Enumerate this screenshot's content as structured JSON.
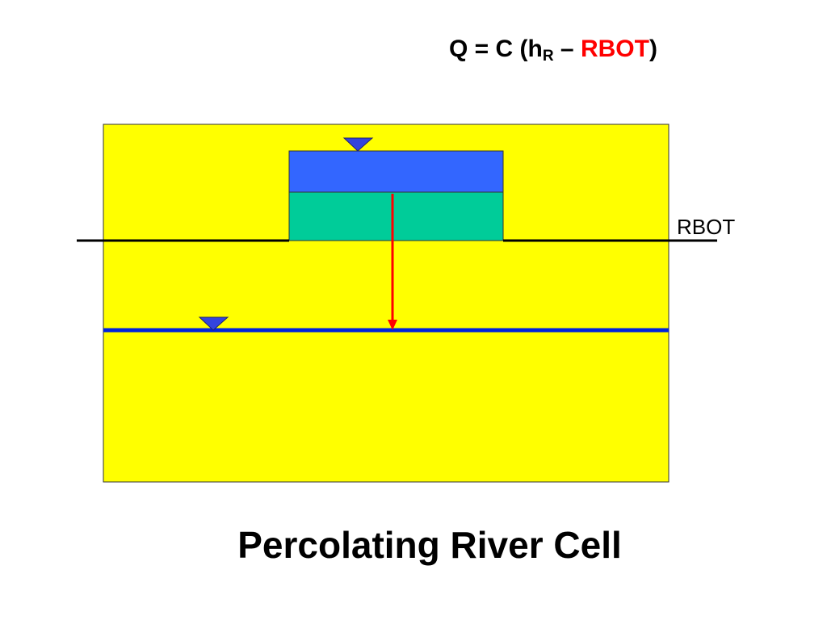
{
  "equation": {
    "lhs": "Q = C (h",
    "subscript": "R",
    "operator": " – ",
    "rbot": "RBOT",
    "close": ")"
  },
  "rbot_label": "RBOT",
  "caption": "Percolating River Cell",
  "colors": {
    "aquifer": "#ffff00",
    "river_water": "#3366ff",
    "riverbed": "#00cc99",
    "water_table": "#0022dd",
    "water_level_marker": "#3344dd",
    "flow_arrow": "#ff0000",
    "rbot_highlight": "#ff0000"
  }
}
